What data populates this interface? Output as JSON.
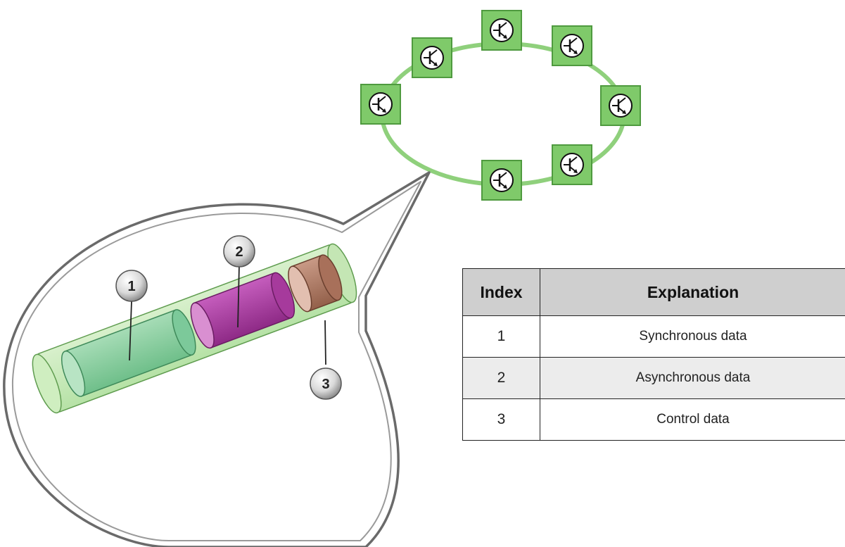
{
  "colors": {
    "ring": "#8fd07c",
    "node_fill": "#7fca6a",
    "node_border": "#4f9a3f",
    "synchronous": "#7cc99a",
    "asynchronous": "#b03aa6",
    "control": "#b07860",
    "header_bg": "#cfcfcf",
    "shaded_row": "#ececec"
  },
  "ring_nodes": [
    {
      "icon": "transistor-icon"
    },
    {
      "icon": "transistor-icon"
    },
    {
      "icon": "transistor-icon"
    },
    {
      "icon": "transistor-icon"
    },
    {
      "icon": "transistor-icon"
    },
    {
      "icon": "transistor-icon"
    },
    {
      "icon": "transistor-icon"
    },
    {
      "icon": "transistor-icon"
    }
  ],
  "callouts": [
    {
      "number": "1",
      "segment": "synchronous"
    },
    {
      "number": "2",
      "segment": "asynchronous"
    },
    {
      "number": "3",
      "segment": "control"
    }
  ],
  "legend": {
    "headers": {
      "index": "Index",
      "explanation": "Explanation"
    },
    "rows": [
      {
        "index": "1",
        "text": "Synchronous data"
      },
      {
        "index": "2",
        "text": "Asynchronous data"
      },
      {
        "index": "3",
        "text": "Control data"
      }
    ]
  }
}
